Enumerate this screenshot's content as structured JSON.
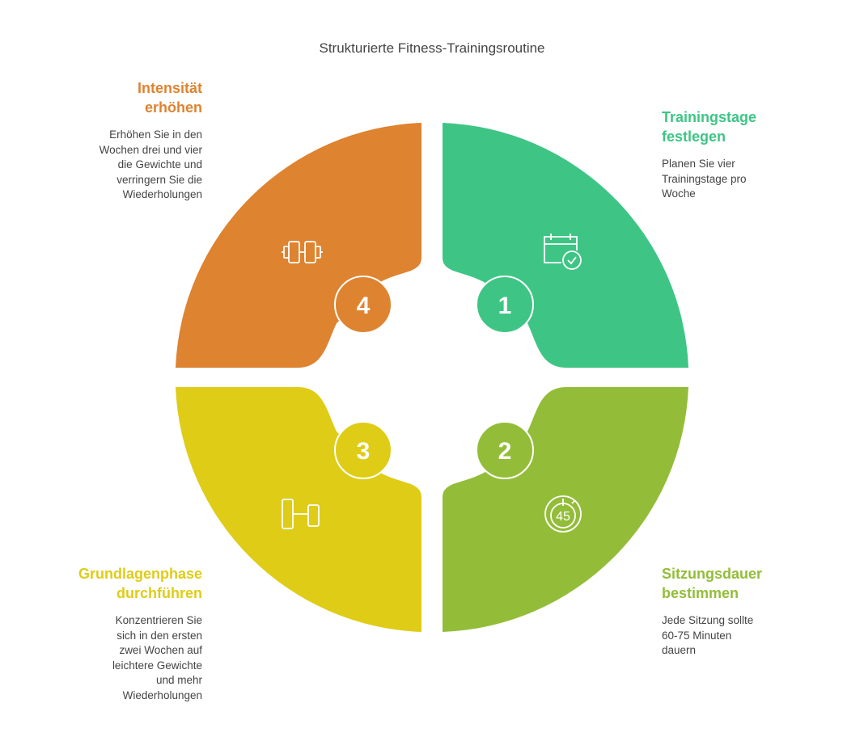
{
  "title": "Strukturierte Fitness-Trainingsroutine",
  "colors": {
    "step1": "#3ec585",
    "step2": "#93bd39",
    "step3": "#dfcc17",
    "step4": "#de8330"
  },
  "steps": [
    {
      "number": "1",
      "heading_line1": "Trainingstage",
      "heading_line2": "festlegen",
      "desc": [
        "Planen Sie vier",
        "Trainingstage pro",
        "Woche"
      ],
      "icon": "calendar-check-icon"
    },
    {
      "number": "2",
      "heading_line1": "Sitzungsdauer",
      "heading_line2": "bestimmen",
      "desc": [
        "Jede Sitzung sollte",
        "60-75 Minuten",
        "dauern"
      ],
      "icon": "stopwatch-45-icon",
      "icon_text": "45"
    },
    {
      "number": "3",
      "heading_line1": "Grundlagenphase",
      "heading_line2": "durchführen",
      "desc": [
        "Konzentrieren Sie",
        "sich in den ersten",
        "zwei Wochen auf",
        "leichtere Gewichte",
        "und mehr",
        "Wiederholungen"
      ],
      "icon": "light-dumbbell-icon"
    },
    {
      "number": "4",
      "heading_line1": "Intensität",
      "heading_line2": "erhöhen",
      "desc": [
        "Erhöhen Sie in den",
        "Wochen drei und vier",
        "die Gewichte und",
        "verringern Sie die",
        "Wiederholungen"
      ],
      "icon": "heavy-dumbbell-icon"
    }
  ]
}
